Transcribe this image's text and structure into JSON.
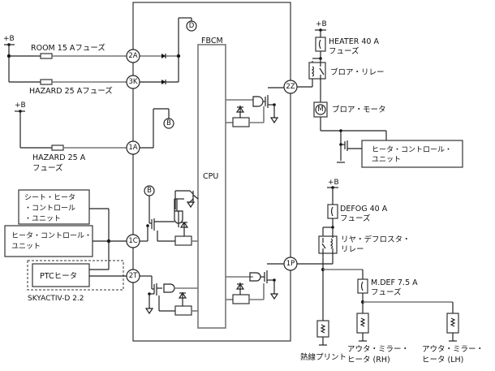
{
  "diagram": {
    "module": {
      "name": "FBCM",
      "cpu": "CPU"
    },
    "power": "+B",
    "connectors": {
      "c2A": "2A",
      "c3K": "3K",
      "c1A": "1A",
      "c1C": "1C",
      "c2T": "2T",
      "c2Z": "2Z",
      "c1P": "1P",
      "refD": "D",
      "refB1": "B",
      "refB2": "B"
    },
    "fuses": {
      "room": "ROOM 15 Aフューズ",
      "hazard1": "HAZARD 25 Aフューズ",
      "hazard2_line1": "HAZARD 25 A",
      "hazard2_line2": "フューズ",
      "heater_line1": "HEATER 40 A",
      "heater_line2": "フューズ",
      "defog_line1": "DEFOG 40 A",
      "defog_line2": "フューズ",
      "mdef_line1": "M.DEF 7.5 A",
      "mdef_line2": "フューズ"
    },
    "components": {
      "blower_relay": "ブロア・リレー",
      "blower_motor": "ブロア・モータ",
      "motor_symbol": "M",
      "heater_cu_right_line1": "ヒータ・コントロール・",
      "heater_cu_right_line2": "ユニット",
      "seat_heater_line1": "シート・ヒータ",
      "seat_heater_line2": "・コントロール",
      "seat_heater_line3": "・ユニット",
      "heater_cu_left_line1": "ヒータ・コントロール・",
      "heater_cu_left_line2": "ユニット",
      "ptc_heater": "PTCヒータ",
      "skyactiv": "SKYACTIV-D 2.2",
      "rear_defrost_relay_line1": "リヤ・デフロスタ・",
      "rear_defrost_relay_line2": "リレー",
      "heated_print": "熱線プリント",
      "mirror_rh_line1": "アウタ・ミラー・",
      "mirror_rh_line2": "ヒータ (RH)",
      "mirror_lh_line1": "アウタ・ミラー・",
      "mirror_lh_line2": "ヒータ (LH)"
    }
  }
}
